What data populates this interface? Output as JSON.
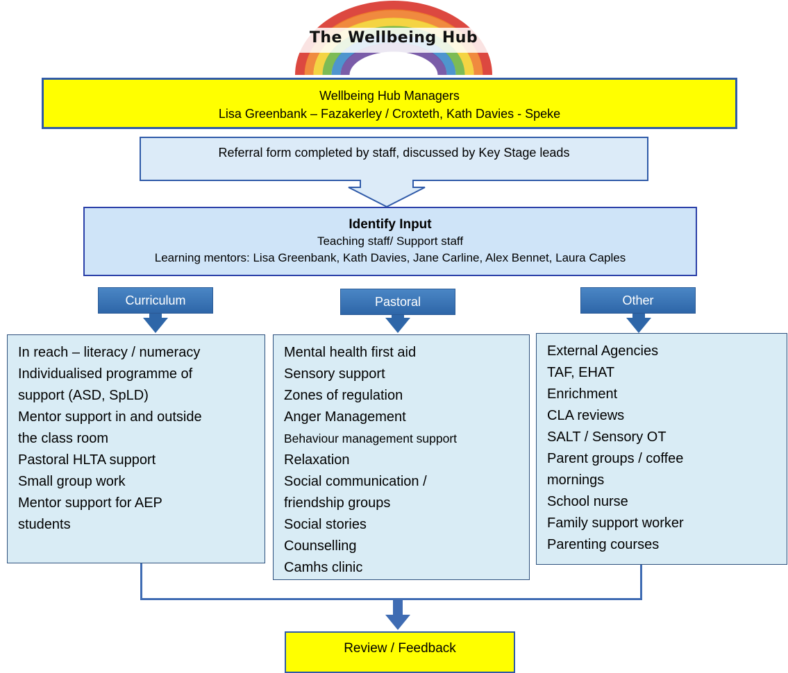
{
  "header": {
    "title": "The Wellbeing Hub"
  },
  "managers": {
    "line1": "Wellbeing Hub Managers",
    "line2": "Lisa Greenbank – Fazakerley / Croxteth, Kath Davies - Speke"
  },
  "referral": {
    "text": "Referral form completed by staff, discussed by Key Stage leads"
  },
  "identify": {
    "title": "Identify Input",
    "line1": "Teaching staff/ Support staff",
    "line2": "Learning mentors: Lisa Greenbank, Kath Davies, Jane Carline, Alex Bennet, Laura Caples"
  },
  "columns": [
    {
      "label": "Curriculum",
      "items": [
        "In reach – literacy / numeracy",
        "Individualised programme of",
        "support (ASD, SpLD)",
        "Mentor support in and outside",
        "the class room",
        "Pastoral HLTA support",
        "Small group work",
        "Mentor support for AEP",
        "students"
      ]
    },
    {
      "label": "Pastoral",
      "items": [
        "Mental health first aid",
        "Sensory support",
        "Zones of regulation",
        "Anger Management",
        "Behaviour management support",
        "Relaxation",
        "Social communication /",
        "friendship groups",
        "Social stories",
        "Counselling",
        "Camhs clinic"
      ]
    },
    {
      "label": "Other",
      "items": [
        "External Agencies",
        "TAF, EHAT",
        "Enrichment",
        "CLA reviews",
        "SALT / Sensory OT",
        "Parent groups / coffee",
        "mornings",
        "School nurse",
        "Family support worker",
        "Parenting courses"
      ]
    }
  ],
  "review": {
    "text": "Review / Feedback"
  },
  "colors": {
    "yellow": "#ffff00",
    "light_blue": "#cfe4f8",
    "box_blue": "#d9ecf5",
    "tab_blue": "#2e66a8",
    "border_blue": "#2f5aa8"
  }
}
